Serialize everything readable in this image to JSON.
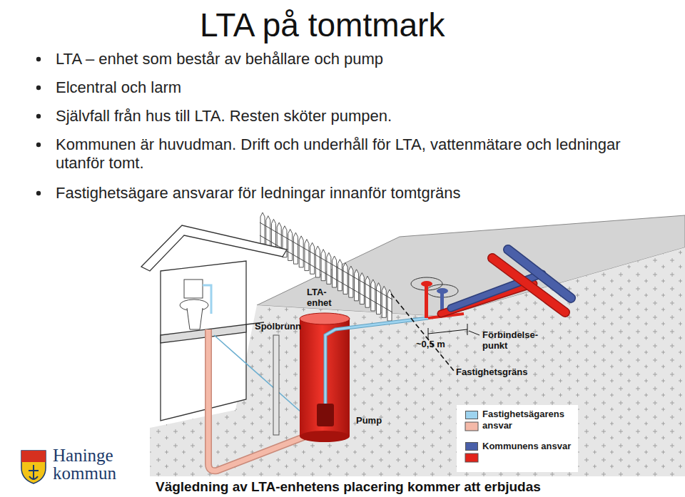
{
  "diagram": {
    "title": "LTA på tomtmark",
    "caption": "Vägledning av LTA-enhetens placering kommer att erbjudas",
    "labels": [
      "LTA – enhet som består av behållare och pump",
      "Elcentral och larm",
      "Självfall från hus till LTA. Resten sköter pumpen.",
      "Kommunen är huvudman. Drift och underhåll för LTA, vattenmätare och ledningar utanför tomt.",
      "Fastighetsägare ansvarar för ledningar innanför tomtgräns",
      "LTA-enhet",
      "Spolbrunn",
      "~0,5 m",
      "Förbindelse-punkt",
      "Fastighetsgräns",
      "Pump",
      "Haninge kommun"
    ],
    "legend": [
      {
        "text": "Fastighetsägarens ansvar",
        "color": "#9dd3ef"
      },
      {
        "text": "Kommunens ansvar",
        "color": "#4a5fa8"
      }
    ]
  }
}
